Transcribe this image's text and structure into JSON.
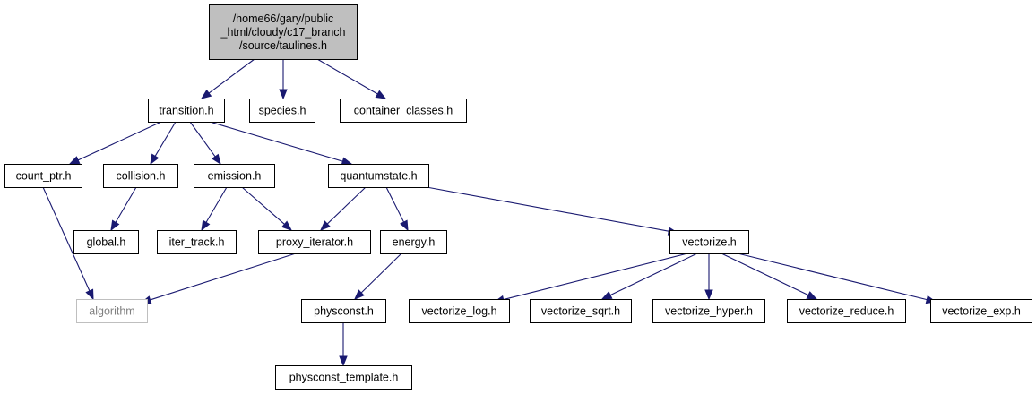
{
  "graph": {
    "root_node": "taulines",
    "nodes": [
      {
        "id": "taulines",
        "lines": [
          "/home66/gary/public",
          "_html/cloudy/c17_branch",
          "/source/taulines.h"
        ],
        "kind": "root"
      },
      {
        "id": "transition",
        "lines": [
          "transition.h"
        ],
        "kind": "file"
      },
      {
        "id": "species",
        "lines": [
          "species.h"
        ],
        "kind": "file"
      },
      {
        "id": "container_classes",
        "lines": [
          "container_classes.h"
        ],
        "kind": "file"
      },
      {
        "id": "count_ptr",
        "lines": [
          "count_ptr.h"
        ],
        "kind": "file"
      },
      {
        "id": "collision",
        "lines": [
          "collision.h"
        ],
        "kind": "file"
      },
      {
        "id": "emission",
        "lines": [
          "emission.h"
        ],
        "kind": "file"
      },
      {
        "id": "quantumstate",
        "lines": [
          "quantumstate.h"
        ],
        "kind": "file"
      },
      {
        "id": "global",
        "lines": [
          "global.h"
        ],
        "kind": "file"
      },
      {
        "id": "iter_track",
        "lines": [
          "iter_track.h"
        ],
        "kind": "file"
      },
      {
        "id": "proxy_iterator",
        "lines": [
          "proxy_iterator.h"
        ],
        "kind": "file"
      },
      {
        "id": "energy",
        "lines": [
          "energy.h"
        ],
        "kind": "file"
      },
      {
        "id": "vectorize",
        "lines": [
          "vectorize.h"
        ],
        "kind": "file"
      },
      {
        "id": "algorithm",
        "lines": [
          "algorithm"
        ],
        "kind": "external"
      },
      {
        "id": "physconst",
        "lines": [
          "physconst.h"
        ],
        "kind": "file"
      },
      {
        "id": "vectorize_log",
        "lines": [
          "vectorize_log.h"
        ],
        "kind": "file"
      },
      {
        "id": "vectorize_sqrt",
        "lines": [
          "vectorize_sqrt.h"
        ],
        "kind": "file"
      },
      {
        "id": "vectorize_hyper",
        "lines": [
          "vectorize_hyper.h"
        ],
        "kind": "file"
      },
      {
        "id": "vectorize_reduce",
        "lines": [
          "vectorize_reduce.h"
        ],
        "kind": "file"
      },
      {
        "id": "vectorize_exp",
        "lines": [
          "vectorize_exp.h"
        ],
        "kind": "file"
      },
      {
        "id": "physconst_template",
        "lines": [
          "physconst_template.h"
        ],
        "kind": "file"
      }
    ],
    "edges": [
      {
        "from": "taulines",
        "to": "transition"
      },
      {
        "from": "taulines",
        "to": "species"
      },
      {
        "from": "taulines",
        "to": "container_classes"
      },
      {
        "from": "transition",
        "to": "count_ptr"
      },
      {
        "from": "transition",
        "to": "collision"
      },
      {
        "from": "transition",
        "to": "emission"
      },
      {
        "from": "transition",
        "to": "quantumstate"
      },
      {
        "from": "count_ptr",
        "to": "algorithm"
      },
      {
        "from": "collision",
        "to": "global"
      },
      {
        "from": "emission",
        "to": "iter_track"
      },
      {
        "from": "emission",
        "to": "proxy_iterator"
      },
      {
        "from": "quantumstate",
        "to": "proxy_iterator"
      },
      {
        "from": "quantumstate",
        "to": "energy"
      },
      {
        "from": "quantumstate",
        "to": "vectorize"
      },
      {
        "from": "proxy_iterator",
        "to": "algorithm"
      },
      {
        "from": "energy",
        "to": "physconst"
      },
      {
        "from": "physconst",
        "to": "physconst_template"
      },
      {
        "from": "vectorize",
        "to": "vectorize_log"
      },
      {
        "from": "vectorize",
        "to": "vectorize_sqrt"
      },
      {
        "from": "vectorize",
        "to": "vectorize_hyper"
      },
      {
        "from": "vectorize",
        "to": "vectorize_reduce"
      },
      {
        "from": "vectorize",
        "to": "vectorize_exp"
      }
    ]
  },
  "colors": {
    "edge": "#191970",
    "root_fill": "#bfbfbf",
    "node_border": "#000000",
    "external_border": "#bfbfbf",
    "external_text": "#7f7f7f"
  }
}
